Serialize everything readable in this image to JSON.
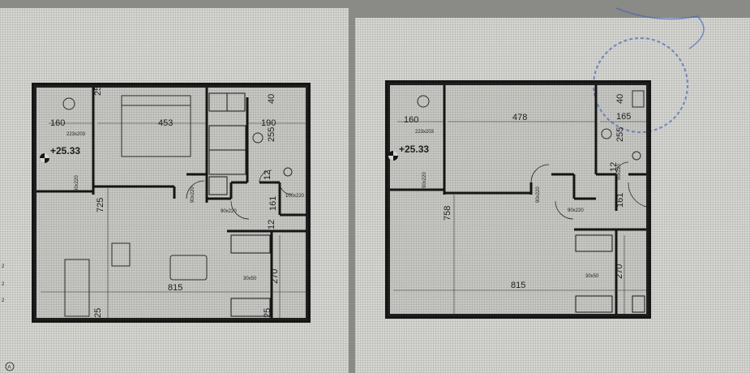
{
  "plans": [
    {
      "elevation": "+25.33",
      "dims": {
        "d160": "160",
        "d453": "453",
        "d190": "190",
        "d40": "40",
        "d255": "255",
        "d12a": "12",
        "d12b": "12",
        "d161": "161",
        "d725": "725",
        "d815": "815",
        "d270": "270",
        "d25a": "25",
        "d25b": "25",
        "d25c": "25"
      },
      "notes": {
        "window": "223x203",
        "door1": "90x220",
        "door2": "90x220",
        "door3": "90x220",
        "door4": "100x220",
        "tile": "30x50"
      }
    },
    {
      "elevation": "+25.33",
      "dims": {
        "d160": "160",
        "d478": "478",
        "d165": "165",
        "d40": "40",
        "d255": "255",
        "d12": "12",
        "d161": "161",
        "d758": "758",
        "d815": "815",
        "d270": "270"
      },
      "notes": {
        "window": "223x203",
        "door1": "90x220",
        "door2": "90x220",
        "door3": "90x220",
        "door4": "90x220",
        "tile": "30x50"
      }
    }
  ],
  "margin_marks": [
    "2",
    "2",
    "2"
  ],
  "corner_mark": "A",
  "colors": {
    "wall": "#151515",
    "paper": "#d6d6d2",
    "stamp": "#3f63b8"
  }
}
